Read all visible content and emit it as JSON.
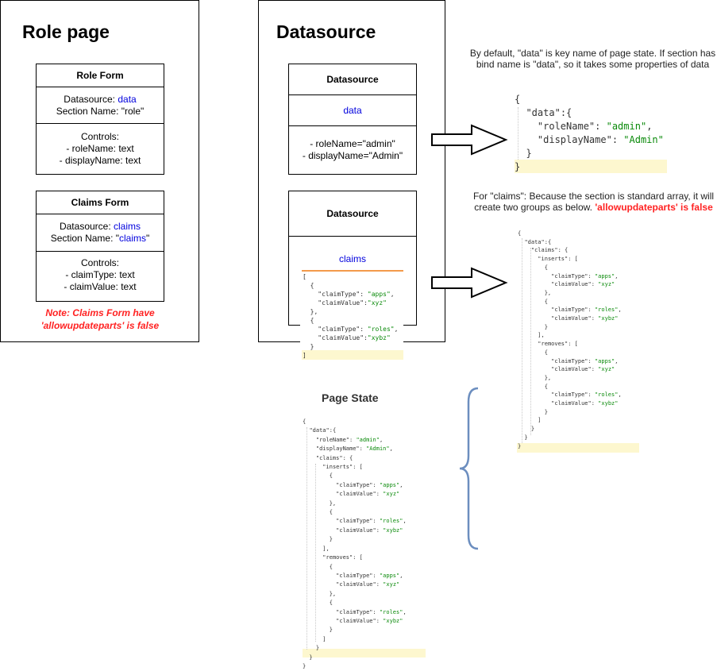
{
  "role_page": {
    "title": "Role page",
    "role_form": {
      "title": "Role Form",
      "datasource_label": "Datasource: ",
      "datasource_value": "data",
      "section_name": "Section Name: \"role\"",
      "controls_title": "Controls:",
      "controls": [
        "- roleName: text",
        "- displayName: text"
      ]
    },
    "claims_form": {
      "title": "Claims Form",
      "datasource_label": "Datasource: ",
      "datasource_value": "claims",
      "section_label": "Section Name: \"",
      "section_value": "claims",
      "section_end": "\"",
      "controls_title": "Controls:",
      "controls": [
        "- claimType: text",
        "- claimValue: text"
      ]
    },
    "note_line1": "Note: Claims Form have",
    "note_line2": "'allowupdateparts' is false"
  },
  "datasource_panel": {
    "title": "Datasource",
    "box1": {
      "title": "Datasource",
      "name": "data",
      "values": [
        "- roleName=\"admin\"",
        "- displayName=\"Admin\""
      ]
    },
    "box2": {
      "title": "Datasource",
      "name": "claims"
    },
    "claims_json": {
      "l0": "[",
      "l1": "{",
      "l2_key": "\"claimType\"",
      "l2_val": "\"apps\"",
      "l3_key": "\"claimValue\"",
      "l3_val": "\"xyz\"",
      "l4": "},",
      "l5": "{",
      "l6_key": "\"claimType\"",
      "l6_val": "\"roles\"",
      "l7_key": "\"claimValue\"",
      "l7_val": "\"xybz\"",
      "l8": "}",
      "l9": "]"
    }
  },
  "caption1": "By default, \"data\" is key name of page state. If section has bind name is \"data\", so it takes some properties of data",
  "json1": {
    "open": "{",
    "data_key": "\"data\"",
    "rolename_key": "\"roleName\"",
    "rolename_val": "\"admin\"",
    "displayname_key": "\"displayName\"",
    "displayname_val": "\"Admin\"",
    "close_inner": "}",
    "close": "}"
  },
  "caption2_part1": "For \"claims\": Because the section is standard array, it will create two groups as below. ",
  "caption2_red": "'allowupdateparts' is false",
  "json2": {
    "l0": "{",
    "l1_key": "\"data\"",
    "l2_key": "\"claims\"",
    "l3_key": "\"inserts\"",
    "claimType": "\"claimType\"",
    "claimValue": "\"claimValue\"",
    "apps": "\"apps\"",
    "xyz": "\"xyz\"",
    "roles": "\"roles\"",
    "xybz": "\"xybz\"",
    "removes": "\"removes\""
  },
  "page_state": {
    "title": "Page State",
    "data_key": "\"data\"",
    "rolename_key": "\"roleName\"",
    "rolename_val": "\"admin\"",
    "displayname_key": "\"displayName\"",
    "displayname_val": "\"Admin\"",
    "claims_key": "\"claims\"",
    "inserts_key": "\"inserts\"",
    "removes_key": "\"removes\"",
    "claimType": "\"claimType\"",
    "claimValue": "\"claimValue\"",
    "apps": "\"apps\"",
    "xyz": "\"xyz\"",
    "roles": "\"roles\"",
    "xybz": "\"xybz\""
  }
}
